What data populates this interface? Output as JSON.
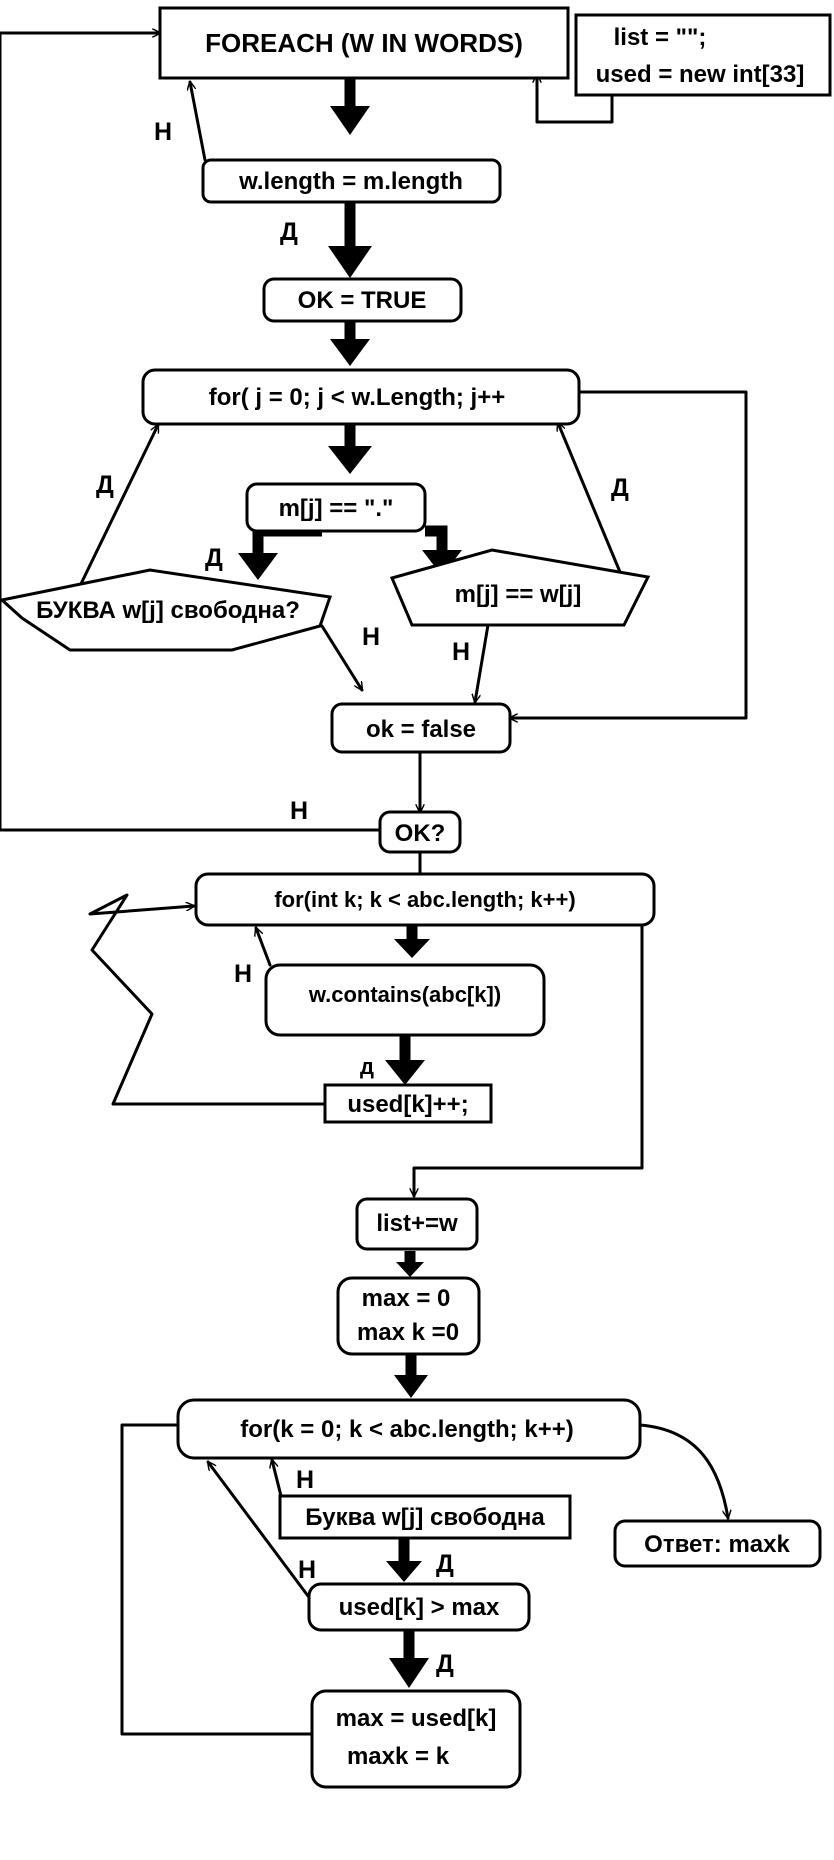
{
  "diagram": {
    "nodes": {
      "foreach": "FOREACH (W IN WORDS)",
      "init_line1": "list = \"\";",
      "init_line2": "used = new int[33]",
      "len_check": "w.length = m.length",
      "ok_true": "OK = TRUE",
      "for_j": "for( j = 0; j < w.Length; j++",
      "mj_dot": "m[j] == \".\"",
      "letter_free": "БУКВА w[j] свободна?",
      "mj_eq_wj": "m[j] == w[j]",
      "ok_false": "ok = false",
      "ok_q": "OK?",
      "for_k_abc": "for(int k; k < abc.length; k++)",
      "contains": "w.contains(abc[k])",
      "used_inc": "used[k]++;",
      "list_add": "list+=w",
      "max_init_1": "max = 0",
      "max_init_2": "max k =0",
      "for_k2": "for(k = 0; k < abc.length; k++)",
      "letter_free2": "Буква w[j] свободна",
      "used_gt_max": "used[k] > max",
      "assign_1": "max = used[k]",
      "assign_2": "maxk = k",
      "answer": "Ответ: maxk"
    },
    "labels": {
      "no": "Н",
      "yes": "Д",
      "yes_lower": "д"
    }
  }
}
